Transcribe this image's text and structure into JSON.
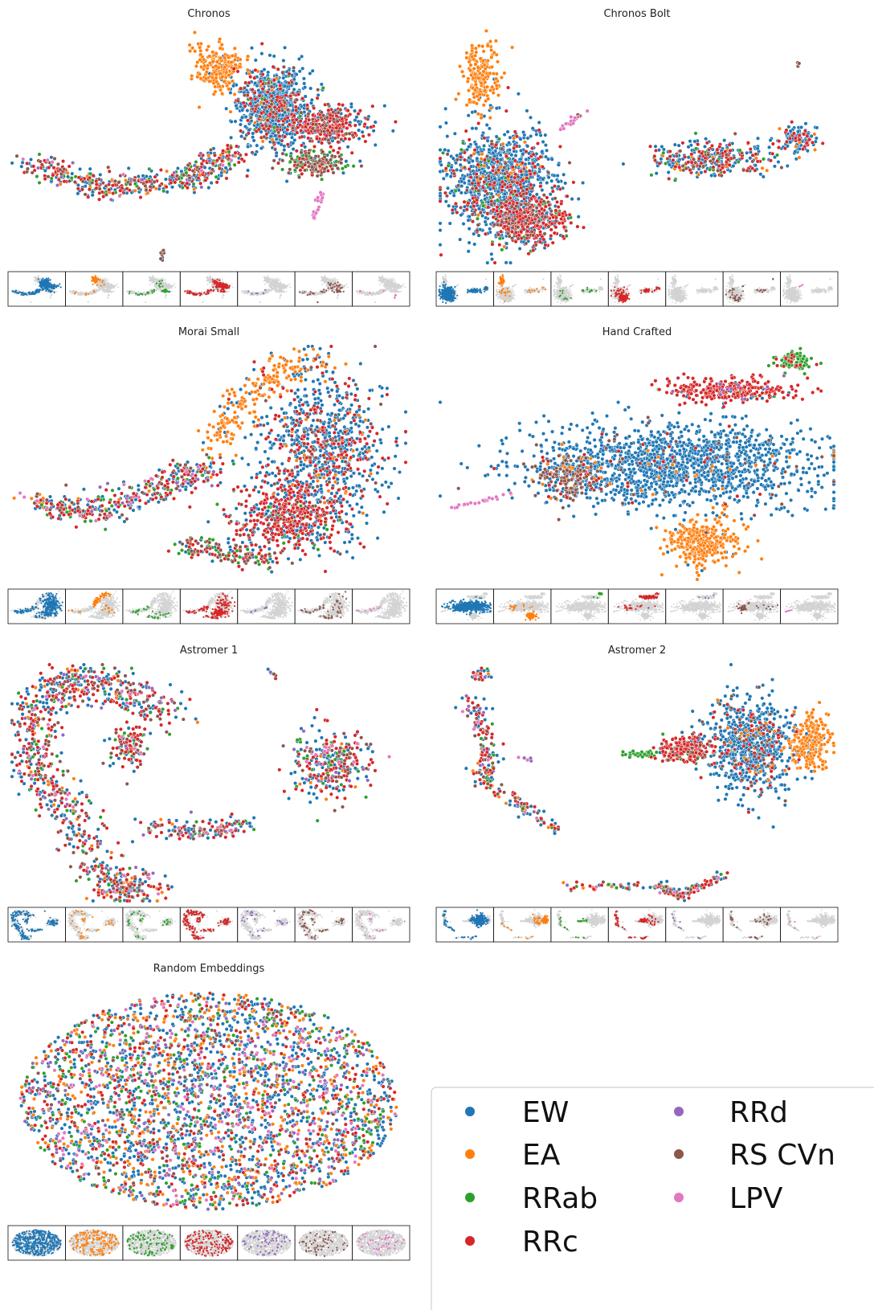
{
  "chart_data": [
    {
      "type": "scatter",
      "title": "Chronos",
      "xlabel": "",
      "ylabel": "",
      "grid": false,
      "series": [
        {
          "name": "EW",
          "approx_points": 3000
        },
        {
          "name": "EA",
          "approx_points": 400
        },
        {
          "name": "RRab",
          "approx_points": 150
        },
        {
          "name": "RRc",
          "approx_points": 600
        },
        {
          "name": "RRd",
          "approx_points": 60
        },
        {
          "name": "RS CVn",
          "approx_points": 200
        },
        {
          "name": "LPV",
          "approx_points": 30
        }
      ],
      "thumbnail_strip": [
        "EW",
        "EA",
        "RRab",
        "RRc",
        "RRd",
        "RS CVn",
        "LPV"
      ]
    },
    {
      "type": "scatter",
      "title": "Chronos Bolt",
      "xlabel": "",
      "ylabel": "",
      "grid": false,
      "series": [
        {
          "name": "EW",
          "approx_points": 3000
        },
        {
          "name": "EA",
          "approx_points": 400
        },
        {
          "name": "RRab",
          "approx_points": 150
        },
        {
          "name": "RRc",
          "approx_points": 600
        },
        {
          "name": "RRd",
          "approx_points": 60
        },
        {
          "name": "RS CVn",
          "approx_points": 200
        },
        {
          "name": "LPV",
          "approx_points": 30
        }
      ],
      "thumbnail_strip": [
        "EW",
        "EA",
        "RRab",
        "RRc",
        "RRd",
        "RS CVn",
        "LPV"
      ]
    },
    {
      "type": "scatter",
      "title": "Morai Small",
      "xlabel": "",
      "ylabel": "",
      "grid": false,
      "series": [
        {
          "name": "EW",
          "approx_points": 3000
        },
        {
          "name": "EA",
          "approx_points": 400
        },
        {
          "name": "RRab",
          "approx_points": 150
        },
        {
          "name": "RRc",
          "approx_points": 600
        },
        {
          "name": "RRd",
          "approx_points": 60
        },
        {
          "name": "RS CVn",
          "approx_points": 200
        },
        {
          "name": "LPV",
          "approx_points": 30
        }
      ],
      "thumbnail_strip": [
        "EW",
        "EA",
        "RRab",
        "RRc",
        "RRd",
        "RS CVn",
        "LPV"
      ]
    },
    {
      "type": "scatter",
      "title": "Hand Crafted",
      "xlabel": "",
      "ylabel": "",
      "grid": false,
      "series": [
        {
          "name": "EW",
          "approx_points": 3000
        },
        {
          "name": "EA",
          "approx_points": 400
        },
        {
          "name": "RRab",
          "approx_points": 150
        },
        {
          "name": "RRc",
          "approx_points": 600
        },
        {
          "name": "RRd",
          "approx_points": 60
        },
        {
          "name": "RS CVn",
          "approx_points": 200
        },
        {
          "name": "LPV",
          "approx_points": 30
        }
      ],
      "thumbnail_strip": [
        "EW",
        "EA",
        "RRab",
        "RRc",
        "RRd",
        "RS CVn",
        "LPV"
      ]
    },
    {
      "type": "scatter",
      "title": "Astromer 1",
      "xlabel": "",
      "ylabel": "",
      "grid": false,
      "series": [
        {
          "name": "EW",
          "approx_points": 3000
        },
        {
          "name": "EA",
          "approx_points": 400
        },
        {
          "name": "RRab",
          "approx_points": 150
        },
        {
          "name": "RRc",
          "approx_points": 600
        },
        {
          "name": "RRd",
          "approx_points": 60
        },
        {
          "name": "RS CVn",
          "approx_points": 200
        },
        {
          "name": "LPV",
          "approx_points": 30
        }
      ],
      "thumbnail_strip": [
        "EW",
        "EA",
        "RRab",
        "RRc",
        "RRd",
        "RS CVn",
        "LPV"
      ]
    },
    {
      "type": "scatter",
      "title": "Astromer 2",
      "xlabel": "",
      "ylabel": "",
      "grid": false,
      "series": [
        {
          "name": "EW",
          "approx_points": 3000
        },
        {
          "name": "EA",
          "approx_points": 400
        },
        {
          "name": "RRab",
          "approx_points": 150
        },
        {
          "name": "RRc",
          "approx_points": 600
        },
        {
          "name": "RRd",
          "approx_points": 60
        },
        {
          "name": "RS CVn",
          "approx_points": 200
        },
        {
          "name": "LPV",
          "approx_points": 30
        }
      ],
      "thumbnail_strip": [
        "EW",
        "EA",
        "RRab",
        "RRc",
        "RRd",
        "RS CVn",
        "LPV"
      ]
    },
    {
      "type": "scatter",
      "title": "Random Embeddings",
      "xlabel": "",
      "ylabel": "",
      "grid": false,
      "series": [
        {
          "name": "EW",
          "approx_points": 3000
        },
        {
          "name": "EA",
          "approx_points": 400
        },
        {
          "name": "RRab",
          "approx_points": 150
        },
        {
          "name": "RRc",
          "approx_points": 600
        },
        {
          "name": "RRd",
          "approx_points": 60
        },
        {
          "name": "RS CVn",
          "approx_points": 200
        },
        {
          "name": "LPV",
          "approx_points": 30
        }
      ],
      "thumbnail_strip": [
        "EW",
        "EA",
        "RRab",
        "RRc",
        "RRd",
        "RS CVn",
        "LPV"
      ]
    }
  ],
  "legend": {
    "placement": "bottom-right",
    "entries": [
      {
        "label": "EW",
        "color": "#1f77b4"
      },
      {
        "label": "EA",
        "color": "#ff7f0e"
      },
      {
        "label": "RRab",
        "color": "#2ca02c"
      },
      {
        "label": "RRc",
        "color": "#d62728"
      },
      {
        "label": "RRd",
        "color": "#9467bd"
      },
      {
        "label": "RS CVn",
        "color": "#8c564b"
      },
      {
        "label": "LPV",
        "color": "#e377c2"
      }
    ]
  },
  "colors": {
    "background_point": "#d3d3d3",
    "point_edge": "#ffffff"
  }
}
